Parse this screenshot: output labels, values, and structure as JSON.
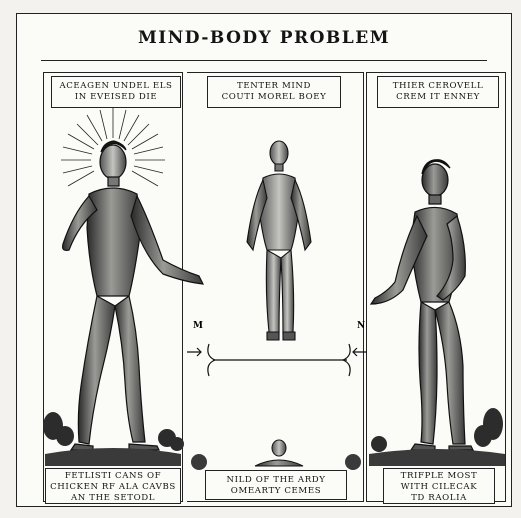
{
  "title": "MIND-BODY PROBLEM",
  "panels": [
    {
      "top_label": [
        "ACEAGEN UNDEL ELS",
        "IN EVEISED DIE"
      ],
      "bottom_label": [
        "FETLISTI CANS OF",
        "CHICKEN RF ALA CAVBS",
        "AN THE SETODL"
      ]
    },
    {
      "top_label": [
        "TENTER MIND",
        "COUTI MOREL BOEY"
      ],
      "bottom_label": [
        "NILD OF THE ARDY",
        "OMEARTY CEMES"
      ]
    },
    {
      "top_label": [
        "THIER CEROVELL",
        "CREM IT ENNEY"
      ],
      "bottom_label": [
        "TRIFPLE MOST",
        "WITH CILECAK",
        "TD RAOLIA"
      ]
    }
  ],
  "markers": {
    "left": "M",
    "right": "N"
  }
}
